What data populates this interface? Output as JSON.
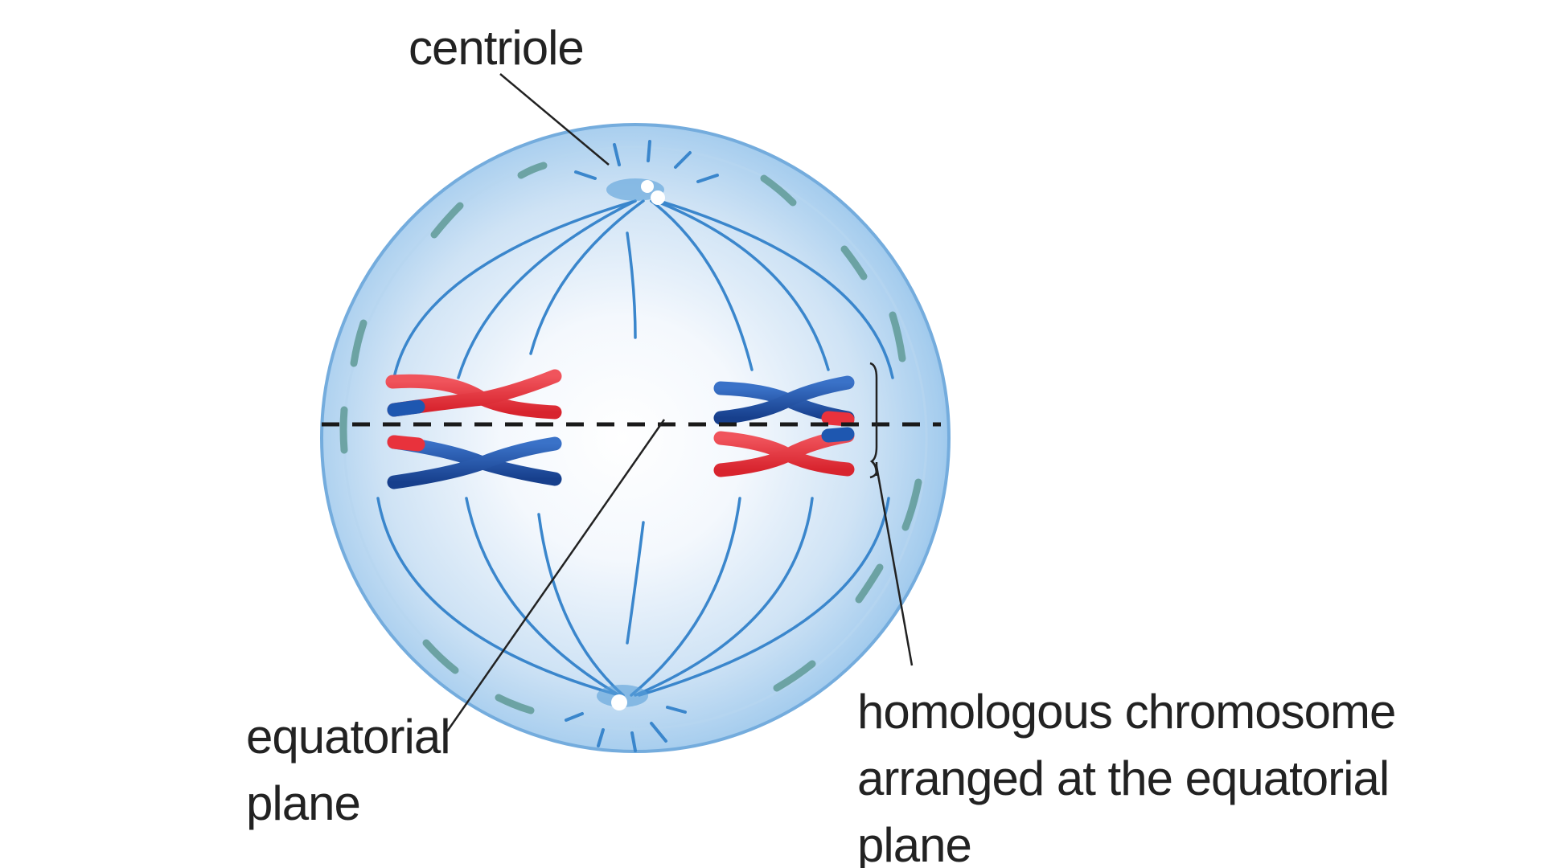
{
  "labels": {
    "centriole": "centriole",
    "equatorial_plane_line1": "equatorial",
    "equatorial_plane_line2": "plane",
    "homologous_line1": "homologous chromosome",
    "homologous_line2": "arranged at the equatorial",
    "homologous_line3": "plane"
  },
  "colors": {
    "cell_outer": "#9cc9ec",
    "cell_edge": "#6aa6d8",
    "spindle": "#3a86cc",
    "nuclear_fragment": "#5f9a96",
    "chromosome_red": "#e8323c",
    "chromosome_blue": "#1e57b0",
    "leader_line": "#222222",
    "equator_dash": "#1a1a1a"
  }
}
